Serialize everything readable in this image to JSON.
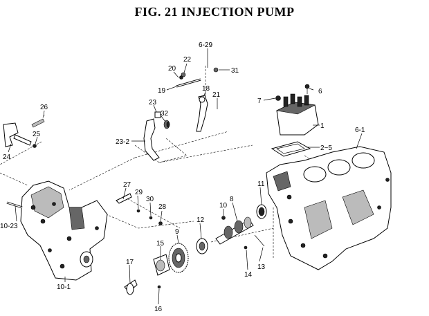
{
  "figure": {
    "title": "FIG. 21  INJECTION PUMP"
  },
  "callouts": [
    {
      "id": "c-6-29",
      "text": "6-29"
    },
    {
      "id": "c-31",
      "text": "31"
    },
    {
      "id": "c-22",
      "text": "22"
    },
    {
      "id": "c-20",
      "text": "20"
    },
    {
      "id": "c-19",
      "text": "19"
    },
    {
      "id": "c-18",
      "text": "18"
    },
    {
      "id": "c-21",
      "text": "21"
    },
    {
      "id": "c-7",
      "text": "7"
    },
    {
      "id": "c-6",
      "text": "6"
    },
    {
      "id": "c-1",
      "text": "1"
    },
    {
      "id": "c-6-1",
      "text": "6-1"
    },
    {
      "id": "c-2-5",
      "text": "2~5"
    },
    {
      "id": "c-26",
      "text": "26"
    },
    {
      "id": "c-25",
      "text": "25"
    },
    {
      "id": "c-24",
      "text": "24"
    },
    {
      "id": "c-23",
      "text": "23"
    },
    {
      "id": "c-32",
      "text": "32"
    },
    {
      "id": "c-23-2",
      "text": "23-2"
    },
    {
      "id": "c-27",
      "text": "27"
    },
    {
      "id": "c-29",
      "text": "29"
    },
    {
      "id": "c-30",
      "text": "30"
    },
    {
      "id": "c-28",
      "text": "28"
    },
    {
      "id": "c-10-23",
      "text": "10-23"
    },
    {
      "id": "c-10",
      "text": "10"
    },
    {
      "id": "c-8",
      "text": "8"
    },
    {
      "id": "c-11",
      "text": "11"
    },
    {
      "id": "c-12",
      "text": "12"
    },
    {
      "id": "c-9",
      "text": "9"
    },
    {
      "id": "c-15",
      "text": "15"
    },
    {
      "id": "c-17",
      "text": "17"
    },
    {
      "id": "c-10-1",
      "text": "10-1"
    },
    {
      "id": "c-16",
      "text": "16"
    },
    {
      "id": "c-13",
      "text": "13"
    },
    {
      "id": "c-14",
      "text": "14"
    }
  ]
}
